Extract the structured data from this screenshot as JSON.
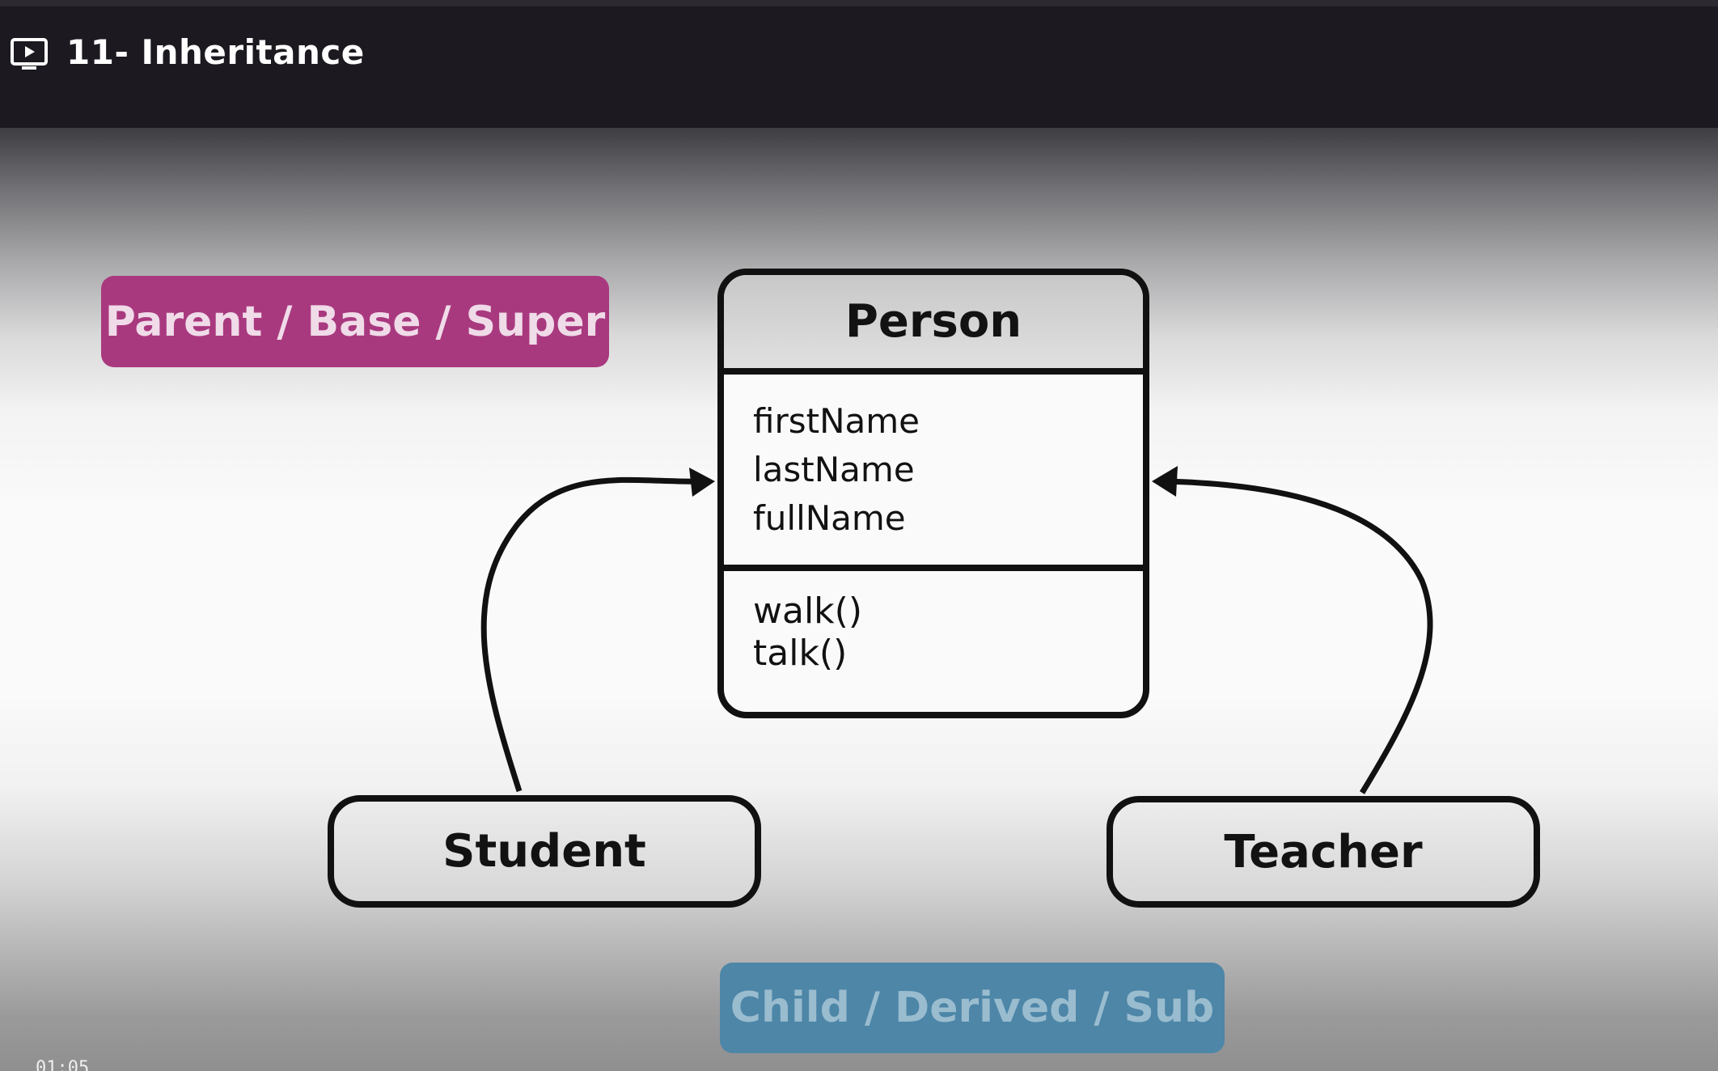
{
  "header": {
    "title": "11- Inheritance",
    "icon": "play-screen-icon"
  },
  "slide": {
    "parent_tag": "Parent / Base / Super",
    "child_tag": "Child / Derived / Sub",
    "person": {
      "name": "Person",
      "fields": [
        "firstName",
        "lastName",
        "fullName"
      ],
      "methods": [
        "walk()",
        "talk()"
      ]
    },
    "student": "Student",
    "teacher": "Teacher"
  },
  "player": {
    "timecode": "01:05"
  },
  "colors": {
    "header_bg": "#1c1a20",
    "parent_tag": "#a9397f",
    "child_tag": "#4d86a7"
  }
}
